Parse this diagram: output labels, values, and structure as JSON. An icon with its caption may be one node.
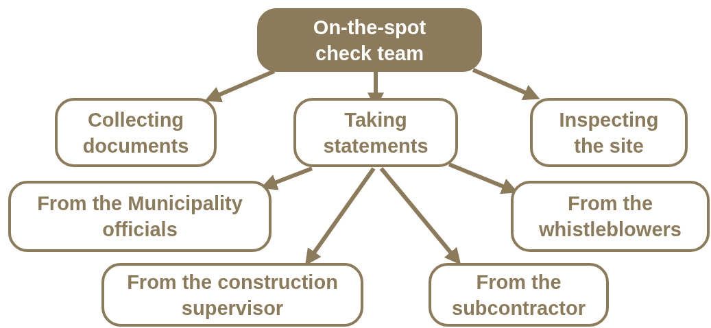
{
  "diagram": {
    "nodes": [
      {
        "text": [
          "On-the-spot check team"
        ]
      },
      {
        "text": [
          "Collecting documents"
        ]
      },
      {
        "text": [
          "Taking statements"
        ]
      },
      {
        "text": [
          "Inspecting the site"
        ]
      },
      {
        "text": [
          "From the Municipality officials"
        ]
      },
      {
        "text": [
          "From the whistleblowers"
        ]
      },
      {
        "text": [
          "From the construction supervisor"
        ]
      },
      {
        "text": [
          "From the subcontractor"
        ]
      }
    ],
    "edges": [
      {
        "from": 0,
        "to": 1,
        "arrow": "to"
      },
      {
        "from": 0,
        "to": 2,
        "arrow": "to"
      },
      {
        "from": 0,
        "to": 3,
        "arrow": "to"
      },
      {
        "from": 2,
        "to": 4,
        "arrow": "to"
      },
      {
        "from": 2,
        "to": 6,
        "arrow": "to"
      },
      {
        "from": 2,
        "to": 7,
        "arrow": "to"
      },
      {
        "from": 2,
        "to": 5,
        "arrow": "to"
      }
    ]
  }
}
